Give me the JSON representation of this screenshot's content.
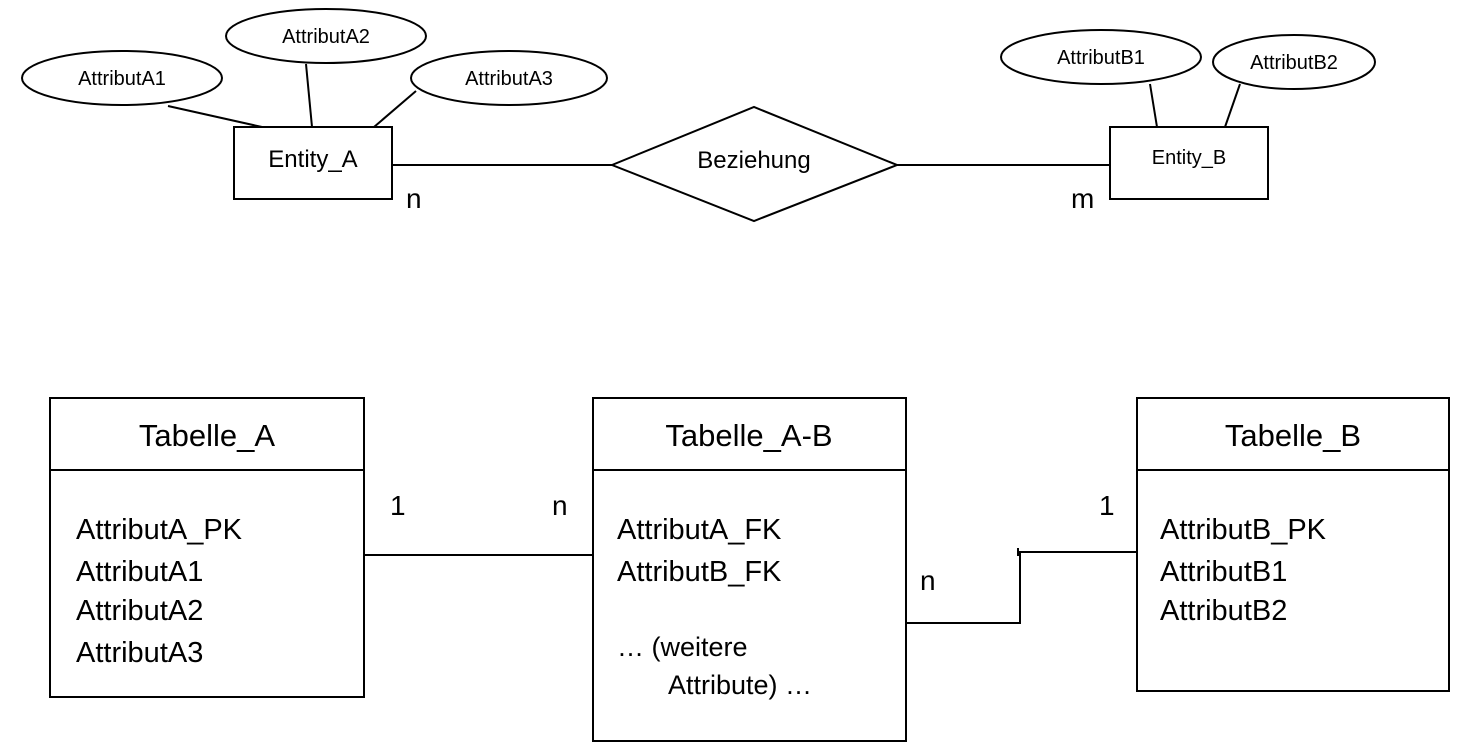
{
  "er_model": {
    "entity_a": {
      "name": "Entity_A",
      "attributes": [
        "AttributA1",
        "AttributA2",
        "AttributA3"
      ],
      "cardinality": "n"
    },
    "relationship": {
      "name": "Beziehung"
    },
    "entity_b": {
      "name": "Entity_B",
      "attributes": [
        "AttributB1",
        "AttributB2"
      ],
      "cardinality": "m"
    }
  },
  "relational_model": {
    "table_a": {
      "title": "Tabelle_A",
      "attributes": [
        "AttributA_PK",
        "AttributA1",
        "AttributA2",
        "AttributA3"
      ]
    },
    "table_ab": {
      "title": "Tabelle_A-B",
      "attributes": [
        "AttributA_FK",
        "AttributB_FK"
      ],
      "more_line1": "… (weitere",
      "more_line2": "Attribute) …"
    },
    "table_b": {
      "title": "Tabelle_B",
      "attributes": [
        "AttributB_PK",
        "AttributB1",
        "AttributB2"
      ]
    },
    "link_a_ab": {
      "card_a": "1",
      "card_ab": "n"
    },
    "link_ab_b": {
      "card_ab": "n",
      "card_b": "1"
    }
  }
}
